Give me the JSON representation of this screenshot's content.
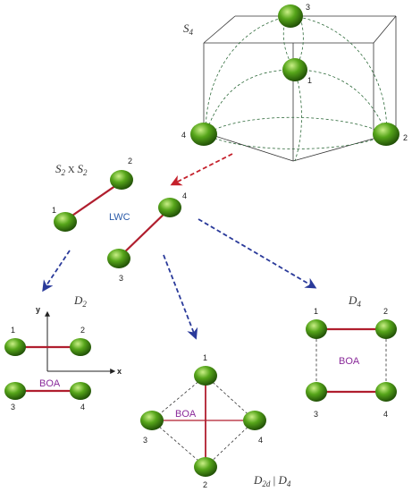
{
  "colors": {
    "sphere_light": "#c9ef86",
    "sphere_mid": "#56a51a",
    "sphere_dark": "#1f4d06",
    "bond": "#b01e2e",
    "arrow_red": "#c4202b",
    "arrow_blue": "#2a3a9a",
    "boa_text": "#8a2a9a",
    "lwc_text": "#2a5aa8"
  },
  "groups": {
    "s4": {
      "label_main": "S",
      "label_sub": "4"
    },
    "s2xs2": {
      "label_s": "S",
      "label_sub1": "2",
      "label_x": " X ",
      "label_sub2": "2"
    },
    "d2": {
      "label_main": "D",
      "label_sub": "2"
    },
    "d2d": {
      "label_main": "D",
      "label_sub": "2d",
      "label_sep": " | ",
      "label_main2": "D",
      "label_sub2": "4"
    },
    "d4": {
      "label_main": "D",
      "label_sub": "4"
    }
  },
  "texts": {
    "lwc": "LWC",
    "boa_d2": "BOA",
    "boa_d2d": "BOA",
    "boa_d4": "BOA",
    "axis_x": "x",
    "axis_y": "y"
  },
  "numbers": {
    "s4": [
      "3",
      "1",
      "4",
      "2"
    ],
    "s2xs2": [
      "2",
      "1",
      "4",
      "3"
    ],
    "d2": [
      "1",
      "2",
      "3",
      "4"
    ],
    "d2d": [
      "1",
      "3",
      "4",
      "2"
    ],
    "d4": [
      "1",
      "2",
      "3",
      "4"
    ]
  }
}
